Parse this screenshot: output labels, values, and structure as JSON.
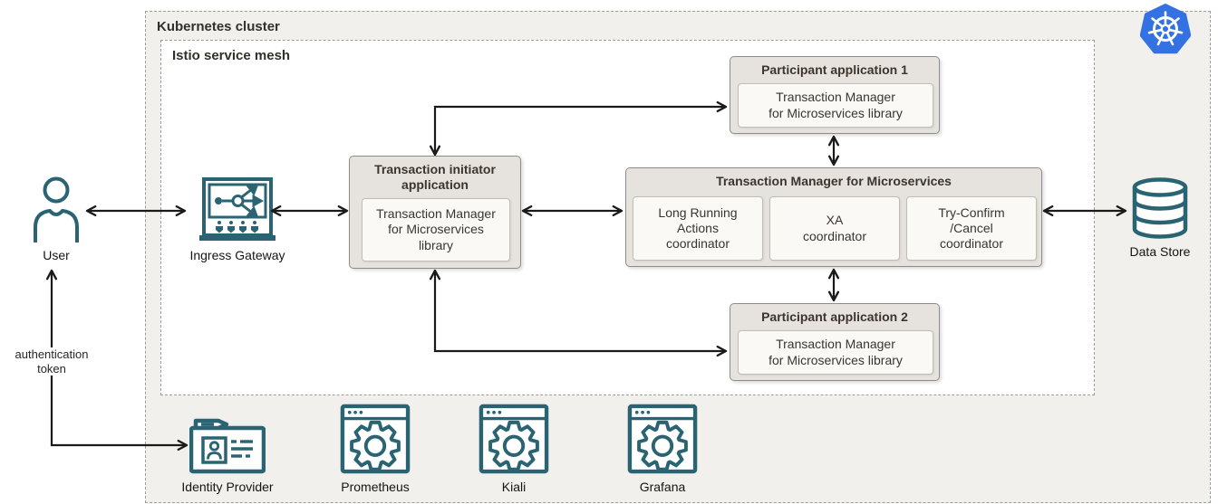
{
  "colors": {
    "teal_icon": "#2a6473",
    "kubernetes_blue": "#3472e4",
    "node_fill": "#e6e3de",
    "subbox_fill": "#faf9f6",
    "cluster_fill": "#f2f0ec",
    "arrow": "#1a1a1a"
  },
  "regions": {
    "cluster_label": "Kubernetes cluster",
    "mesh_label": "Istio service mesh"
  },
  "nodes": {
    "user": {
      "label": "User"
    },
    "ingress": {
      "label": "Ingress Gateway"
    },
    "initiator": {
      "title": "Transaction initiator\napplication",
      "library": "Transaction Manager\nfor Microservices\nlibrary"
    },
    "tmm": {
      "title": "Transaction Manager for Microservices",
      "coordinators": [
        {
          "label": "Long Running\nActions\ncoordinator"
        },
        {
          "label": "XA\ncoordinator"
        },
        {
          "label": "Try-Confirm\n/Cancel\ncoordinator"
        }
      ]
    },
    "participant1": {
      "title": "Participant application 1",
      "library": "Transaction Manager\nfor Microservices library"
    },
    "participant2": {
      "title": "Participant application 2",
      "library": "Transaction Manager\nfor Microservices library"
    },
    "datastore": {
      "label": "Data Store"
    },
    "identity_provider": {
      "label": "Identity Provider"
    },
    "prometheus": {
      "label": "Prometheus"
    },
    "kiali": {
      "label": "Kiali"
    },
    "grafana": {
      "label": "Grafana"
    }
  },
  "edges": {
    "auth_token_label": "authentication\ntoken"
  },
  "icons": {
    "user-icon": "person outline",
    "ingress-gateway-icon": "gateway box with branching route arrows",
    "datastore-icon": "database cylinder",
    "identity-provider-icon": "folder with id badge",
    "prometheus-icon": "browser window with gear",
    "kiali-icon": "browser window with gear",
    "grafana-icon": "browser window with gear",
    "kubernetes-logo-icon": "blue heptagon with white ship wheel"
  }
}
